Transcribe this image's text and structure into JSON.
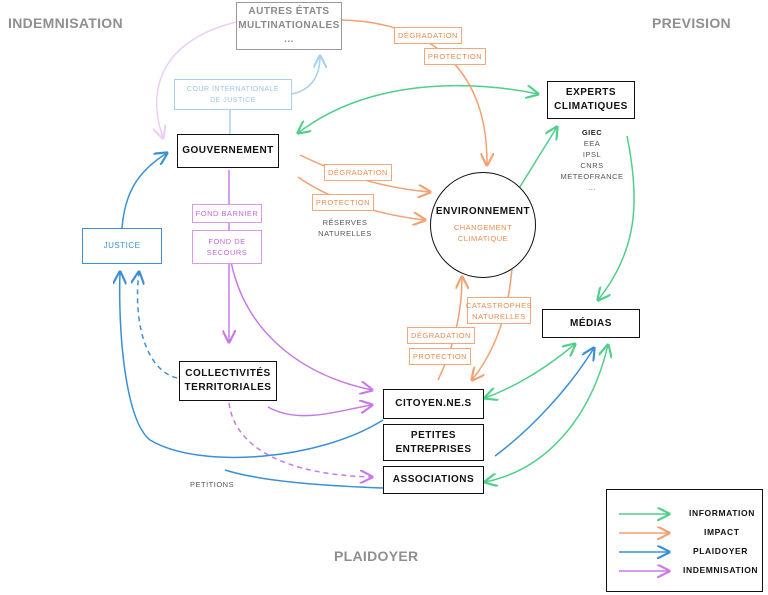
{
  "corners": {
    "indemnisation": "INDEMNISATION",
    "prevision": "PREVISION",
    "plaidoyer": "PLAIDOYER"
  },
  "nodes": {
    "autres_etats": {
      "line1": "AUTRES ÉTATS",
      "line2": "MULTINATIONALES",
      "line3": "..."
    },
    "cour": {
      "line1": "COUR INTERNATIONALE",
      "line2": "DE JUSTICE"
    },
    "gouvernement": "GOUVERNEMENT",
    "justice": "JUSTICE",
    "collectivites": {
      "line1": "COLLECTIVITÉS",
      "line2": "TERRITORIALES"
    },
    "citoyens": "CITOYEN.NE.S",
    "petites": {
      "line1": "PETITES",
      "line2": "ENTREPRISES"
    },
    "associations": "ASSOCIATIONS",
    "medias": "MÉDIAS",
    "experts": {
      "line1": "EXPERTS",
      "line2": "CLIMATIQUES"
    },
    "environnement": {
      "title": "ENVIRONNEMENT",
      "sub1": "CHANGEMENT",
      "sub2": "CLIMATIQUE"
    }
  },
  "experts_list": [
    "GIEC",
    "EEA",
    "IPSL",
    "CNRS",
    "METEOFRANCE",
    "..."
  ],
  "tags": {
    "degradation_top": "DÉGRADATION",
    "protection_top": "PROTECTION",
    "degradation_mid": "DÉGRADATION",
    "protection_mid": "PROTECTION",
    "reserves": {
      "line1": "RÉSERVES",
      "line2": "NATURELLES"
    },
    "fond_barnier": "FOND BARNIER",
    "fond_secours": {
      "line1": "FOND DE",
      "line2": "SECOURS"
    },
    "catastrophes": {
      "line1": "CATASTROPHES",
      "line2": "NATURELLES"
    },
    "degradation_low": "DÉGRADATION",
    "protection_low": "PROTECTION",
    "petitions": "PETITIONS"
  },
  "legend": [
    {
      "label": "INFORMATION",
      "color": "#4fcf8a"
    },
    {
      "label": "IMPACT",
      "color": "#f4a070"
    },
    {
      "label": "PLAIDOYER",
      "color": "#3a8fd6"
    },
    {
      "label": "INDEMNISATION",
      "color": "#c77ae6"
    }
  ],
  "colors": {
    "information": "#4fcf8a",
    "impact": "#f4a070",
    "plaidoyer": "#3a8fd6",
    "indemnisation": "#c77ae6",
    "indemnisation_light": "#ead0f6",
    "cour_light": "#a9d0ee"
  }
}
